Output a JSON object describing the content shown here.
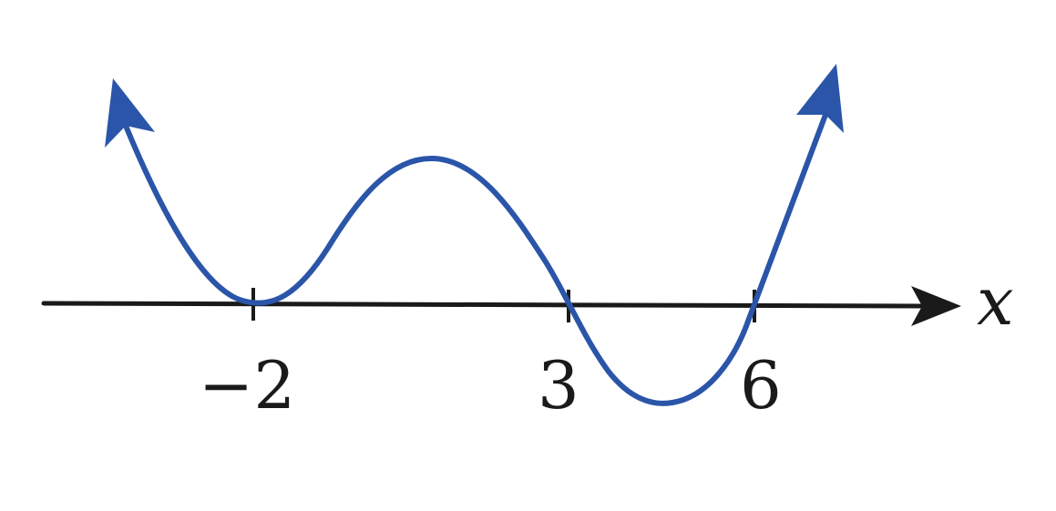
{
  "graph": {
    "axis_variable": "x",
    "curve_color": "#2a55a8",
    "axis_color": "#1a1a1a",
    "tick_labels": [
      "−2",
      "3",
      "6"
    ],
    "zeros": [
      -2,
      3,
      6
    ],
    "zero_behavior": {
      "-2": "touches",
      "3": "crosses",
      "6": "crosses"
    },
    "end_behavior": {
      "left": "up",
      "right": "up"
    }
  }
}
